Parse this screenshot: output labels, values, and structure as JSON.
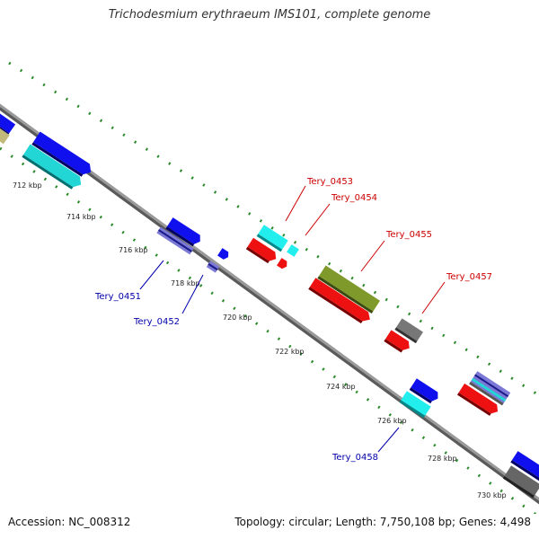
{
  "title": "Trichodesmium erythraeum IMS101, complete genome",
  "footer": {
    "accession": "Accession: NC_008312",
    "summary": "Topology: circular; Length: 7,750,108 bp; Genes: 4,498"
  },
  "colors": {
    "backbone": "#8a8a8a",
    "tick": "#2a8a2a",
    "label_red": "#cc0000",
    "label_blue": "#0000aa"
  },
  "ticks": [
    "712 kbp",
    "714 kbp",
    "716 kbp",
    "718 kbp",
    "720 kbp",
    "722 kbp",
    "724 kbp",
    "726 kbp",
    "728 kbp",
    "730 kbp"
  ],
  "gene_labels": {
    "tery_0451": "Tery_0451",
    "tery_0452": "Tery_0452",
    "tery_0453": "Tery_0453",
    "tery_0454": "Tery_0454",
    "tery_0455": "Tery_0455",
    "tery_0457": "Tery_0457",
    "tery_0458": "Tery_0458"
  }
}
